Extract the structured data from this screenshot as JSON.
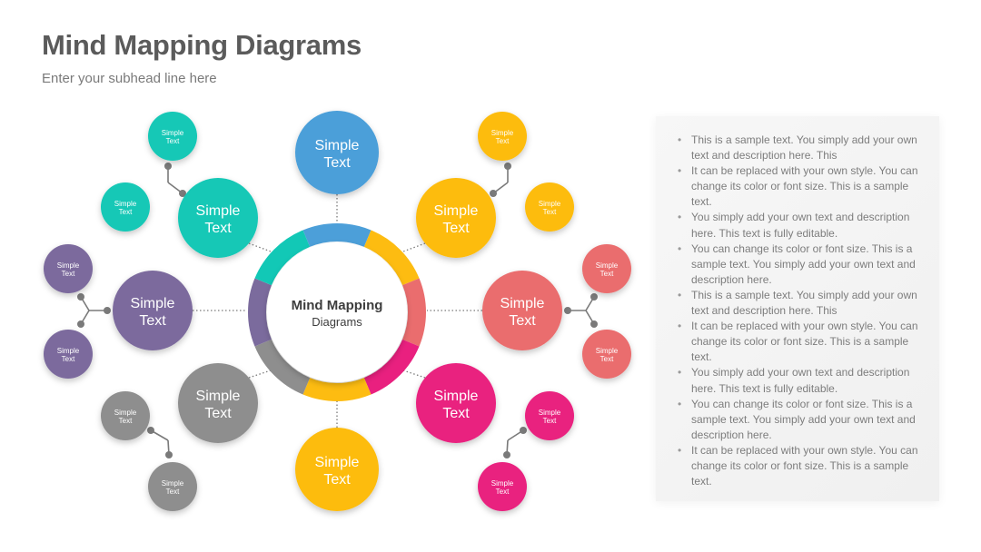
{
  "header": {
    "title": "Mind Mapping Diagrams",
    "subtitle": "Enter your subhead line here"
  },
  "colors": {
    "teal": "#12c8b6",
    "blue": "#4c9fd9",
    "yellow": "#fdbc11",
    "salmon": "#ea6d6e",
    "magenta": "#e9207f",
    "gray": "#8e8e8e",
    "purple": "#7b6b9d",
    "connector": "#7a7a7a"
  },
  "center": {
    "title": "Mind Mapping",
    "subtitle": "Diagrams"
  },
  "nodes": [
    {
      "id": "top",
      "label1": "Simple",
      "label2": "Text",
      "color": "blue"
    },
    {
      "id": "upper-right",
      "label1": "Simple",
      "label2": "Text",
      "color": "yellow"
    },
    {
      "id": "right",
      "label1": "Simple",
      "label2": "Text",
      "color": "salmon"
    },
    {
      "id": "lower-right",
      "label1": "Simple",
      "label2": "Text",
      "color": "magenta"
    },
    {
      "id": "bottom",
      "label1": "Simple",
      "label2": "Text",
      "color": "yellow"
    },
    {
      "id": "lower-left",
      "label1": "Simple",
      "label2": "Text",
      "color": "gray"
    },
    {
      "id": "left",
      "label1": "Simple",
      "label2": "Text",
      "color": "purple"
    },
    {
      "id": "upper-left",
      "label1": "Simple",
      "label2": "Text",
      "color": "teal"
    }
  ],
  "subnodes": [
    {
      "group": "upper-left",
      "label1": "Simple",
      "label2": "Text",
      "color": "teal"
    },
    {
      "group": "upper-left",
      "label1": "Simple",
      "label2": "Text",
      "color": "teal"
    },
    {
      "group": "upper-right",
      "label1": "Simple",
      "label2": "Text",
      "color": "yellow"
    },
    {
      "group": "upper-right",
      "label1": "Simple",
      "label2": "Text",
      "color": "yellow"
    },
    {
      "group": "left",
      "label1": "Simple",
      "label2": "Text",
      "color": "purple"
    },
    {
      "group": "left",
      "label1": "Simple",
      "label2": "Text",
      "color": "purple"
    },
    {
      "group": "right",
      "label1": "Simple",
      "label2": "Text",
      "color": "salmon"
    },
    {
      "group": "right",
      "label1": "Simple",
      "label2": "Text",
      "color": "salmon"
    },
    {
      "group": "lower-left",
      "label1": "Simple",
      "label2": "Text",
      "color": "gray"
    },
    {
      "group": "lower-left",
      "label1": "Simple",
      "label2": "Text",
      "color": "gray"
    },
    {
      "group": "lower-right",
      "label1": "Simple",
      "label2": "Text",
      "color": "magenta"
    },
    {
      "group": "lower-right",
      "label1": "Simple",
      "label2": "Text",
      "color": "magenta"
    }
  ],
  "bullets": [
    "This is a sample text. You simply add your own text and description here. This",
    "It can be replaced with your own style. You can change its color or font size. This is a sample text.",
    "You simply add your own text and description here. This text is fully editable.",
    "You can change its color or font size. This is a sample text. You simply add your own text and description here.",
    "This is a sample text. You simply add your own text and description here. This",
    "It can be replaced with your own style. You can change its color or font size. This is a sample text.",
    "You simply add your own text and description here. This text is fully editable.",
    "You can change its color or font size. This is a sample text. You simply add your own text and description here.",
    "It can be replaced with your own style. You can change its color or font size. This is a sample text."
  ]
}
